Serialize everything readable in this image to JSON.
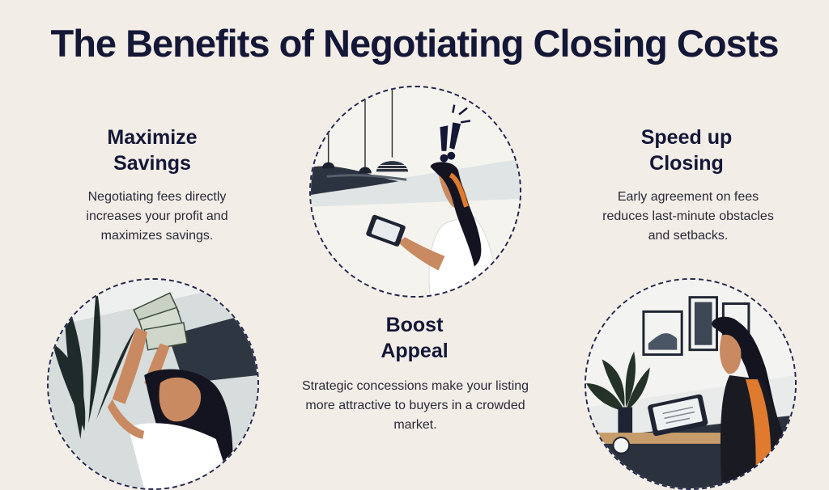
{
  "title": "The Benefits of Negotiating Closing Costs",
  "sections": [
    {
      "heading_line1": "Maximize",
      "heading_line2": "Savings",
      "description": "Negotiating fees directly increases your profit and maximizes savings."
    },
    {
      "heading_line1": "Boost",
      "heading_line2": "Appeal",
      "description": "Strategic concessions make your listing more attractive to buyers in a crowded market."
    },
    {
      "heading_line1": "Speed up",
      "heading_line2": "Closing",
      "description": "Early agreement on fees reduces last-minute obstacles and setbacks."
    }
  ],
  "illustrations": {
    "top": "woman-reading-tablet-illustration",
    "left": "woman-holding-cash-illustration",
    "right": "woman-signing-tablet-illustration"
  },
  "colors": {
    "background": "#f2ede7",
    "heading": "#141736",
    "accent_orange": "#e07a2e",
    "dashed_border": "#23264a"
  }
}
